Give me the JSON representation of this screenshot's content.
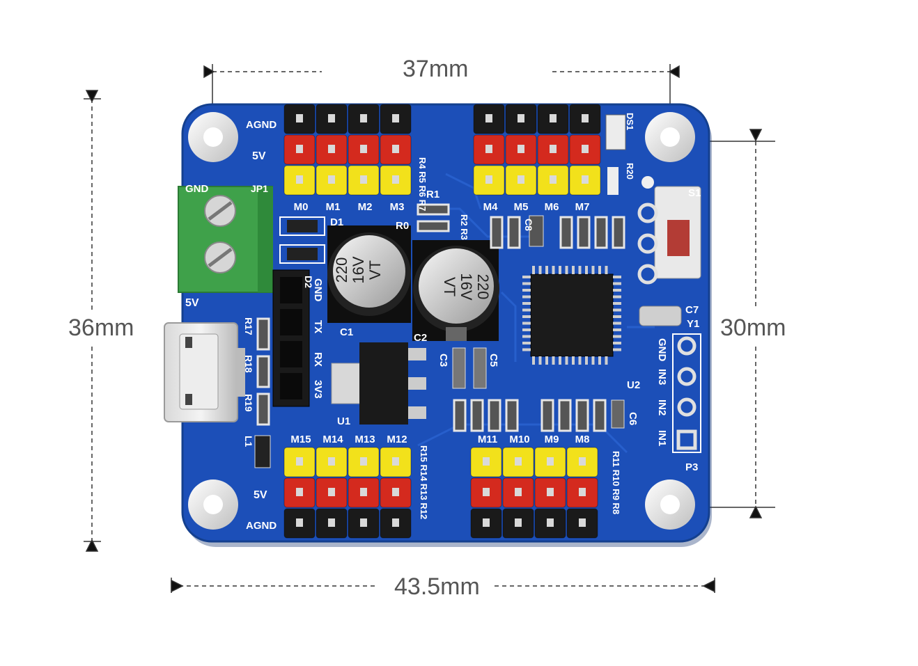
{
  "dimensions": {
    "top_width": "37mm",
    "bottom_width": "43.5mm",
    "left_height": "36mm",
    "right_height": "30mm"
  },
  "board": {
    "labels": {
      "agnd_top": "AGND",
      "v5_top": "5V",
      "gnd": "GND",
      "jp1": "JP1",
      "v5_left": "5V",
      "d1": "D1",
      "d2": "D2",
      "r1": "R1",
      "r0": "R0",
      "c1": "C1",
      "c2": "C2",
      "c3": "C3",
      "c5": "C5",
      "c6": "C6",
      "c7": "C7",
      "c8": "C8",
      "y1": "Y1",
      "u1": "U1",
      "u2": "U2",
      "s1": "S1",
      "ds1": "DS1",
      "r20": "R20",
      "p3": "P3",
      "l1": "L1",
      "r17": "R17",
      "r18": "R18",
      "r19": "R19",
      "r4r5r6r7": "R4 R5 R6 R7",
      "r2r3": "R2 R3",
      "r15_r12": "R15 R14 R13 R12",
      "r11_r8": "R11 R10 R9 R8",
      "v5_bottom": "5V",
      "agnd_bottom": "AGND"
    },
    "serial_pins": [
      "GND",
      "TX",
      "RX",
      "3V3"
    ],
    "input_pins": [
      "GND",
      "IN3",
      "IN2",
      "IN1"
    ],
    "channels_top_left": [
      "M0",
      "M1",
      "M2",
      "M3"
    ],
    "channels_top_right": [
      "M4",
      "M5",
      "M6",
      "M7"
    ],
    "channels_bottom_left": [
      "M15",
      "M14",
      "M13",
      "M12"
    ],
    "channels_bottom_right": [
      "M11",
      "M10",
      "M9",
      "M8"
    ],
    "capacitor_left": [
      "220",
      "16V",
      "VT"
    ],
    "capacitor_right": [
      "220",
      "16V",
      "VT"
    ]
  },
  "colors": {
    "pcb": "#1c4fb8",
    "header_black": "#1a1a1a",
    "header_red": "#d42a1e",
    "header_yellow": "#f2e11b",
    "terminal_green": "#3fa14a",
    "silkscreen": "#ffffff",
    "dimension_text": "#555555"
  }
}
